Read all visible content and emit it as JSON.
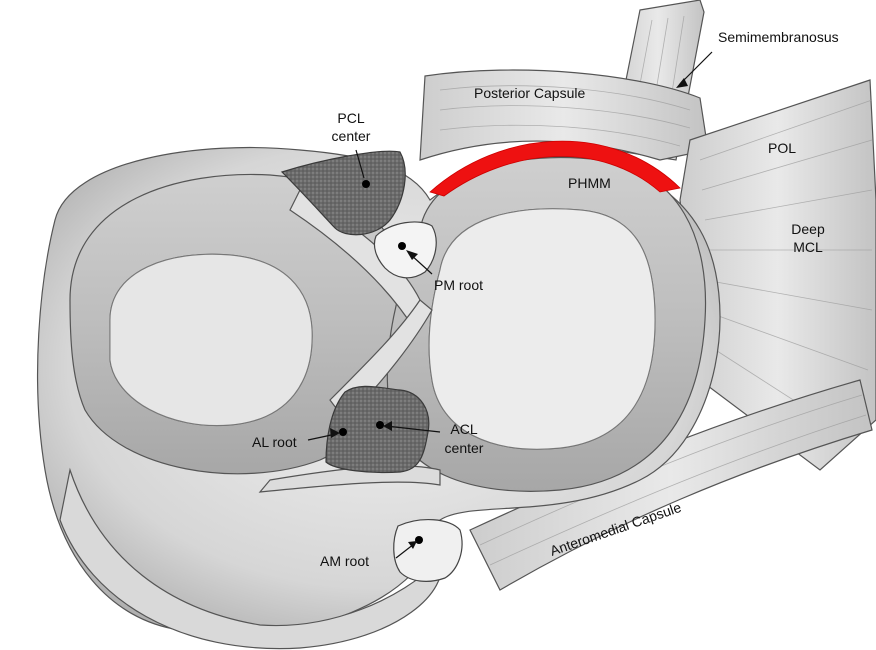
{
  "labels": {
    "semimembranosus": "Semimembranosus",
    "posterior_capsule": "Posterior Capsule",
    "pcl_center_line1": "PCL",
    "pcl_center_line2": "center",
    "pol": "POL",
    "phmm": "PHMM",
    "deep_mcl_line1": "Deep",
    "deep_mcl_line2": "MCL",
    "pm_root": "PM root",
    "al_root": "AL root",
    "acl_center_line1": "ACL",
    "acl_center_line2": "center",
    "anteromedial_capsule": "Anteromedial Capsule",
    "am_root": "AM root"
  },
  "colors": {
    "phmm_highlight": "#ee1111",
    "tissue_light": "#e8e8e8",
    "tissue_mid": "#c9c9c9",
    "footprint": "#6d6d6d"
  }
}
